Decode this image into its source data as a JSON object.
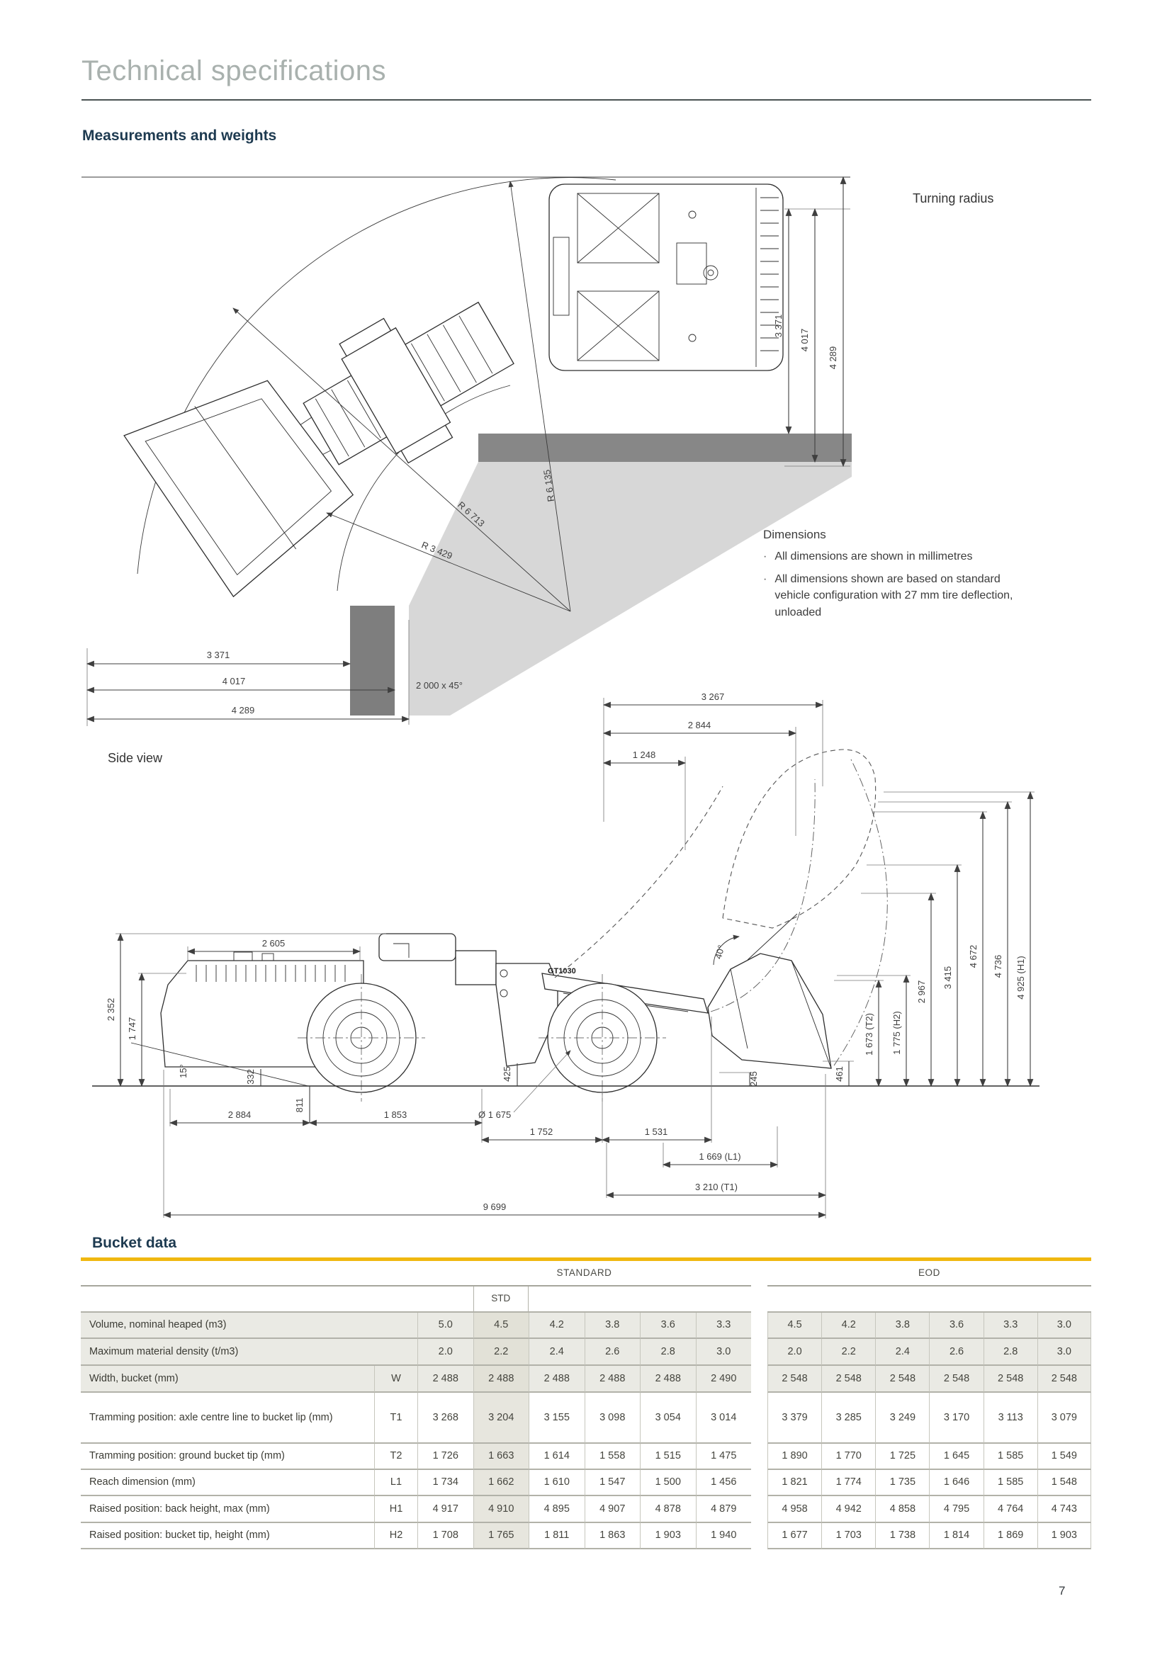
{
  "page": {
    "title": "Technical specifications",
    "section": "Measurements and weights",
    "number": "7"
  },
  "colors": {
    "accent_yellow": "#f0b810",
    "heading_navy": "#1d3a50",
    "title_gray": "#a9b1ae",
    "wall_dark": "#878787",
    "wall_light": "#d7d7d7"
  },
  "turning": {
    "label": "Turning radius",
    "v1": "3 371",
    "v2": "4 017",
    "v3": "4 289",
    "h1": "3 371",
    "h2": "4 017",
    "h3": "4 289",
    "corner": "2 000 x 45°",
    "r1": "R 6 713",
    "r2": "R 3 429",
    "r3": "R 6 135"
  },
  "dimensions_note": {
    "title": "Dimensions",
    "bullets": [
      "All dimensions are shown in millimetres",
      "All dimensions shown are based on standard vehicle configuration with 27 mm tire deflection, unloaded"
    ]
  },
  "side_view": {
    "label": "Side view",
    "machine_label": "GT1030",
    "angle_rear": "15°",
    "angle_bucket": "40°",
    "d3267": "3 267",
    "d2844": "2 844",
    "d1248": "1 248",
    "d2605": "2 605",
    "d2352": "2 352",
    "d1747": "1 747",
    "d332": "332",
    "d811": "811",
    "d2884": "2 884",
    "d1853": "1 853",
    "d425": "425",
    "dia1675": "Ø 1 675",
    "d1752": "1 752",
    "d1531": "1 531",
    "d245": "245",
    "d461": "461",
    "t2": "1 673 (T2)",
    "h2": "1 775 (H2)",
    "d2967": "2 967",
    "d3415": "3 415",
    "d4672": "4 672",
    "d4736": "4 736",
    "h1": "4 925 (H1)",
    "l1": "1 669 (L1)",
    "t1": "3 210 (T1)",
    "d9699": "9 699"
  },
  "bucket_table": {
    "title": "Bucket data",
    "group_standard": "STANDARD",
    "group_eod": "EOD",
    "sub": "STD",
    "rows": [
      {
        "label": "Volume, nominal heaped (m3)",
        "code": "",
        "standard": [
          "5.0",
          "4.5",
          "4.2",
          "3.8",
          "3.6",
          "3.3"
        ],
        "eod": [
          "4.5",
          "4.2",
          "3.8",
          "3.6",
          "3.3",
          "3.0"
        ]
      },
      {
        "label": "Maximum material density (t/m3)",
        "code": "",
        "standard": [
          "2.0",
          "2.2",
          "2.4",
          "2.6",
          "2.8",
          "3.0"
        ],
        "eod": [
          "2.0",
          "2.2",
          "2.4",
          "2.6",
          "2.8",
          "3.0"
        ]
      },
      {
        "label": "Width, bucket (mm)",
        "code": "W",
        "standard": [
          "2 488",
          "2 488",
          "2 488",
          "2 488",
          "2 488",
          "2 490"
        ],
        "eod": [
          "2 548",
          "2 548",
          "2 548",
          "2 548",
          "2 548",
          "2 548"
        ]
      },
      {
        "label": "Tramming position: axle centre line to bucket lip (mm)",
        "code": "T1",
        "standard": [
          "3 268",
          "3 204",
          "3 155",
          "3 098",
          "3 054",
          "3 014"
        ],
        "eod": [
          "3 379",
          "3 285",
          "3 249",
          "3 170",
          "3 113",
          "3 079"
        ]
      },
      {
        "label": "Tramming position: ground bucket tip (mm)",
        "code": "T2",
        "standard": [
          "1 726",
          "1 663",
          "1 614",
          "1 558",
          "1 515",
          "1 475"
        ],
        "eod": [
          "1 890",
          "1 770",
          "1 725",
          "1 645",
          "1 585",
          "1 549"
        ]
      },
      {
        "label": "Reach dimension (mm)",
        "code": "L1",
        "standard": [
          "1 734",
          "1 662",
          "1 610",
          "1 547",
          "1 500",
          "1 456"
        ],
        "eod": [
          "1 821",
          "1 774",
          "1 735",
          "1 646",
          "1 585",
          "1 548"
        ]
      },
      {
        "label": "Raised position: back height, max (mm)",
        "code": "H1",
        "standard": [
          "4 917",
          "4 910",
          "4 895",
          "4 907",
          "4 878",
          "4 879"
        ],
        "eod": [
          "4 958",
          "4 942",
          "4 858",
          "4 795",
          "4 764",
          "4 743"
        ]
      },
      {
        "label": "Raised position: bucket tip, height (mm)",
        "code": "H2",
        "standard": [
          "1 708",
          "1 765",
          "1 811",
          "1 863",
          "1 903",
          "1 940"
        ],
        "eod": [
          "1 677",
          "1 703",
          "1 738",
          "1 814",
          "1 869",
          "1 903"
        ]
      }
    ]
  }
}
